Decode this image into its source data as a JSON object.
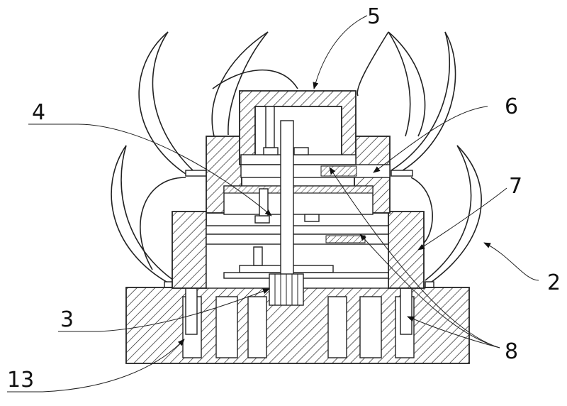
{
  "labels": {
    "l2": "2",
    "l3": "3",
    "l4": "4",
    "l5": "5",
    "l6": "6",
    "l7": "7",
    "l8": "8",
    "l13": "13"
  }
}
